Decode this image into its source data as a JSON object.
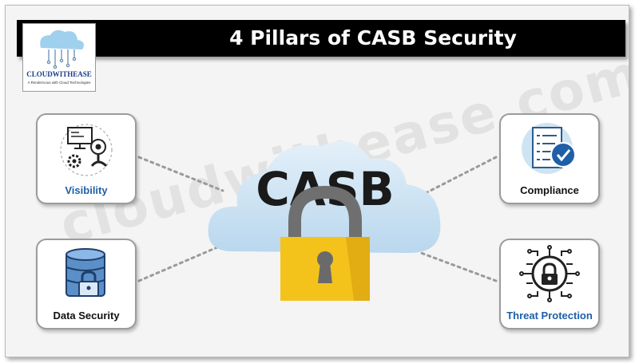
{
  "title": "4 Pillars of CASB Security",
  "logo": {
    "name": "CLOUDWITHEASE",
    "tagline": "A Rendezvous with Cloud Technologies"
  },
  "watermark": "cloudwithease.com",
  "center": {
    "label": "CASB",
    "icon": "cloud-padlock"
  },
  "pillars": [
    {
      "label": "Visibility",
      "icon": "monitor-eye-gear-icon",
      "label_color": "#1f5fa8"
    },
    {
      "label": "Data Security",
      "icon": "database-lock-icon",
      "label_color": "#111111"
    },
    {
      "label": "Compliance",
      "icon": "checklist-check-icon",
      "label_color": "#111111"
    },
    {
      "label": "Threat Protection",
      "icon": "circuit-lock-icon",
      "label_color": "#1f5fa8"
    }
  ],
  "colors": {
    "cloud": "#cfe4f3",
    "lock_body": "#f3c31c",
    "lock_shackle": "#6f6f6f",
    "title_bar": "#000000",
    "accent_blue": "#1f5fa8"
  }
}
